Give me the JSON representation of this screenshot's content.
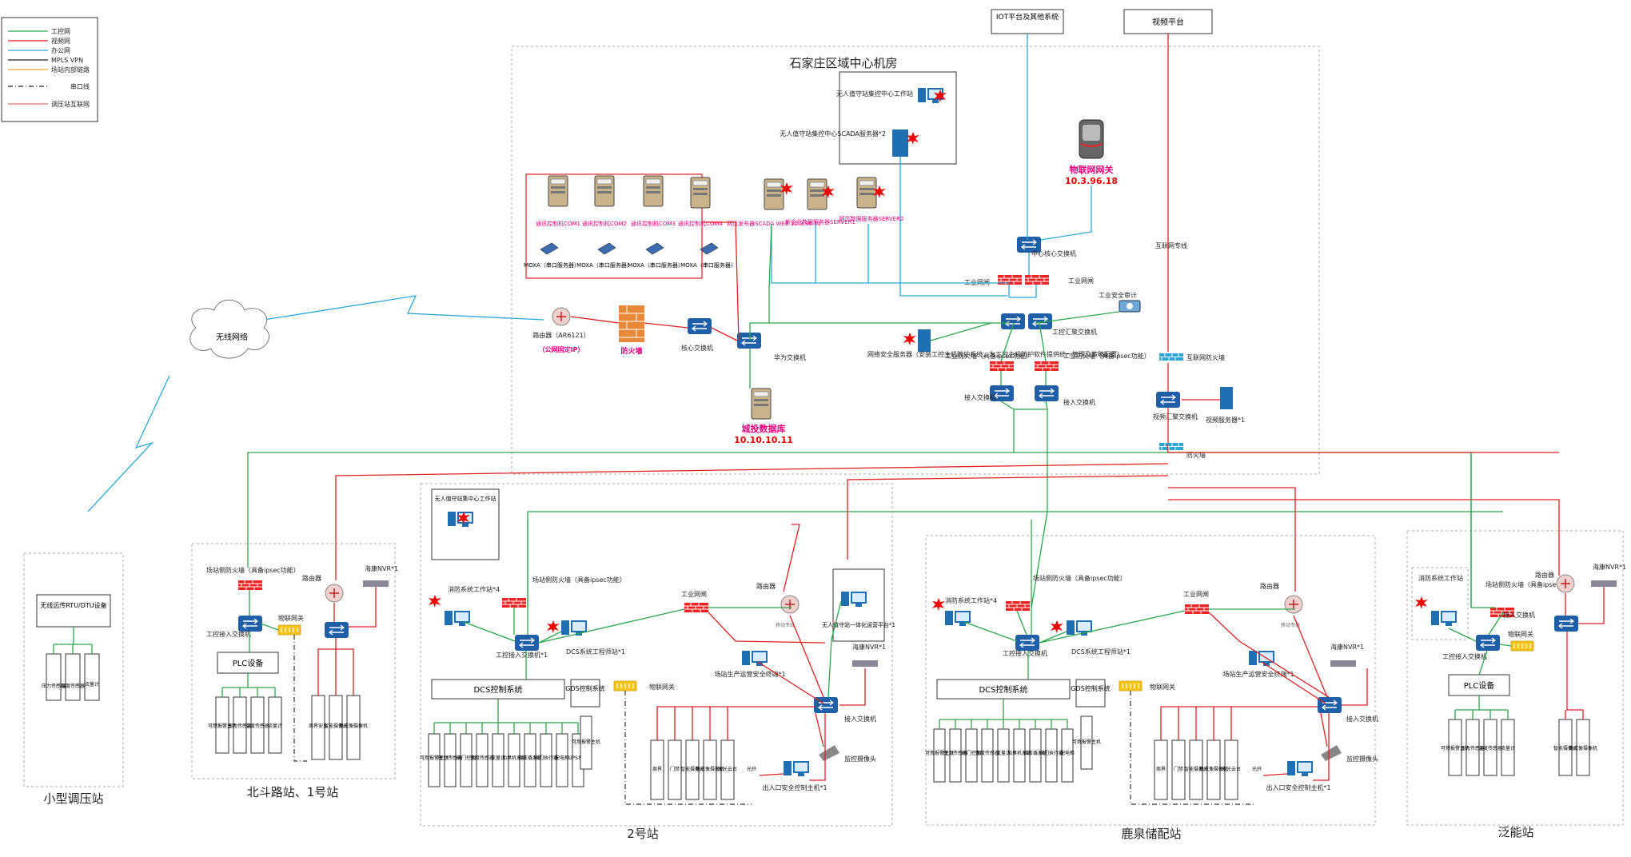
{
  "legend": [
    {
      "label": "工控网",
      "color": "#2aa84a",
      "style": "solid"
    },
    {
      "label": "视频网",
      "color": "#e02020",
      "style": "solid"
    },
    {
      "label": "办公网",
      "color": "#29a8d8",
      "style": "solid"
    },
    {
      "label": "MPLS VPN",
      "color": "#222222",
      "style": "solid"
    },
    {
      "label": "场站内部链路",
      "color": "#f0a030",
      "style": "solid"
    },
    {
      "label": "串口线",
      "color": "#222222",
      "style": "dashdot"
    },
    {
      "label": "调压站互联网",
      "color": "#e07070",
      "style": "solid"
    }
  ],
  "top": {
    "iot_platform": "IOT平台及其他系统",
    "video_platform": "视频平台"
  },
  "center": {
    "title": "石家庄区域中心机房",
    "workstation": "无人值守站集控中心工作站",
    "scada_server": "无人值守站集控中心SCADA服务器*2",
    "iot_gateway_name": "物联网网关",
    "iot_gateway_ip": "10.3.96.18",
    "core_switch": "中心核心交换机",
    "industrial_net_left": "工业网闸",
    "industrial_net_right": "工业网闸",
    "security_audit": "工业安全审计",
    "aggregation_switch": "工控汇聚交换机",
    "firewall_left": "工业防火墙（具备ipsec功能）",
    "firewall_right": "工业防火墙（具备ipsec功能）",
    "access_left": "接入交换机",
    "access_right": "接入交换机",
    "net_security_server": "网络安全服务器（安装工控主机防护系统，为工控主机防护软件提供统一管理及策略配置）",
    "huawei_switch": "华为交换机",
    "city_db_name": "城投数据库",
    "city_db_ip": "10.10.10.11",
    "router": "路由器（AR6121）",
    "router_ip": "（公网固定IP）",
    "firewall": "防火墙",
    "core_switch2": "核心交换机",
    "comm_servers": [
      "通讯控制机COM1",
      "通讯控制机COM2",
      "通讯控制机COM3",
      "通讯控制机COM4"
    ],
    "moxa": [
      "MOXA（串口服务器）",
      "MOXA（串口服务器）",
      "MOXA（串口服务器）",
      "MOXA（串口服务器）"
    ],
    "web_servers": [
      "网页发布器SCADA WEB 10.3.96.11",
      "新企业数据服务器SERVER1",
      "网页数据服务器SERVER2"
    ],
    "internet_line": "互联网专线",
    "video_firewall_top": "互联网防火墙",
    "video_agg_switch": "视频汇聚交换机",
    "video_server": "视频服务器*1",
    "video_firewall_bottom": "防火墙"
  },
  "wireless": "无线网络",
  "sites": {
    "small": {
      "name": "小型调压站",
      "rtu": "无线远传RTU/DTU设备",
      "sensors": [
        "压力传感器",
        "温度传感器",
        "流量计"
      ]
    },
    "beidou": {
      "name": "北斗路站、1号站",
      "firewall": "场站侧防火墙（具备ipsec功能）",
      "router": "路由器",
      "nvr": "海康NVR*1",
      "switch": "工控接入交换机",
      "iot_gateway": "物联网关",
      "plc": "PLC设备",
      "sensors": [
        "可燃报警主机",
        "压力传感器",
        "温度传感器",
        "流量计"
      ],
      "video_devices": [
        "周界安全",
        "智能摄像头",
        "热成像摄像机"
      ]
    },
    "station2": {
      "name": "2号站",
      "workstation": "无人值守站集中心工作站",
      "fire_system": "消防系统工作站*4",
      "firewall": "场站侧防火墙（具备ipsec功能）",
      "industrial_net": "工业网闸",
      "router": "路由器",
      "router_isp": "移动专线",
      "smart_platform": "无人值守站一体化运营平台*1",
      "switch": "工控接入交换机*1",
      "eng_station": "DCS系统工程师站*1",
      "dcs": "DCS控制系统",
      "gds": "GDS控制系统",
      "iot_gateway": "物联网关",
      "safety_terminal": "场站生产运营安全终端*1",
      "nvr": "海康NVR*1",
      "video_switch": "接入交换机",
      "camera": "监控摄像头",
      "door_host": "出入口安全控制主机*1",
      "optical": "光纤",
      "dcs_devices": [
        "可燃报警主机",
        "压力传感器",
        "阀门控制",
        "温度传感器",
        "流量计",
        "加臭机系统",
        "调压撬系统",
        "阀门执行器",
        "配电柜",
        "UPS系统"
      ],
      "gds_devices": [
        "可燃报警主机"
      ],
      "video_devices": [
        "周界",
        "门禁",
        "智能摄像头",
        "热成像摄像机",
        "激光云台"
      ]
    },
    "luquan": {
      "name": "鹿泉储配站",
      "fire_system": "消防系统工作站*4",
      "firewall": "场站侧防火墙（具备ipsec功能）",
      "industrial_net": "工业网闸",
      "router": "路由器",
      "router_isp": "移动专线",
      "switch": "工控接入交换机",
      "eng_station": "DCS系统工程师站*1",
      "dcs": "DCS控制系统",
      "gds": "GDS控制系统",
      "iot_gateway": "物联网关",
      "safety_terminal": "场站生产运营安全终端*1",
      "nvr": "海康NVR*1",
      "video_switch": "接入交换机",
      "camera": "监控摄像头",
      "door_host": "出入口安全控制主机*1",
      "optical": "光纤",
      "dcs_devices": [
        "可燃报警主机",
        "压力传感器",
        "阀门控制",
        "温度传感器",
        "流量计",
        "加臭机系统",
        "调压撬系统",
        "阀门执行器",
        "配电柜"
      ],
      "gds_devices": [
        "可燃报警主机"
      ],
      "video_devices": [
        "周界",
        "门禁",
        "智能摄像头",
        "热成像摄像机",
        "激光云台"
      ]
    },
    "fanneng": {
      "name": "泛能站",
      "fire_system": "消防系统工作站",
      "firewall": "场站侧防火墙（具备ipsec功能）",
      "router": "路由器",
      "nvr": "海康NVR*1",
      "video_switch": "接入交换机",
      "iot_gateway": "物联网关",
      "switch": "工控接入交换机",
      "plc": "PLC设备",
      "sensors": [
        "可燃报警主机",
        "压力传感器",
        "温度传感器",
        "流量计"
      ],
      "video_devices": [
        "智能摄像头",
        "热成像摄像机"
      ]
    }
  }
}
